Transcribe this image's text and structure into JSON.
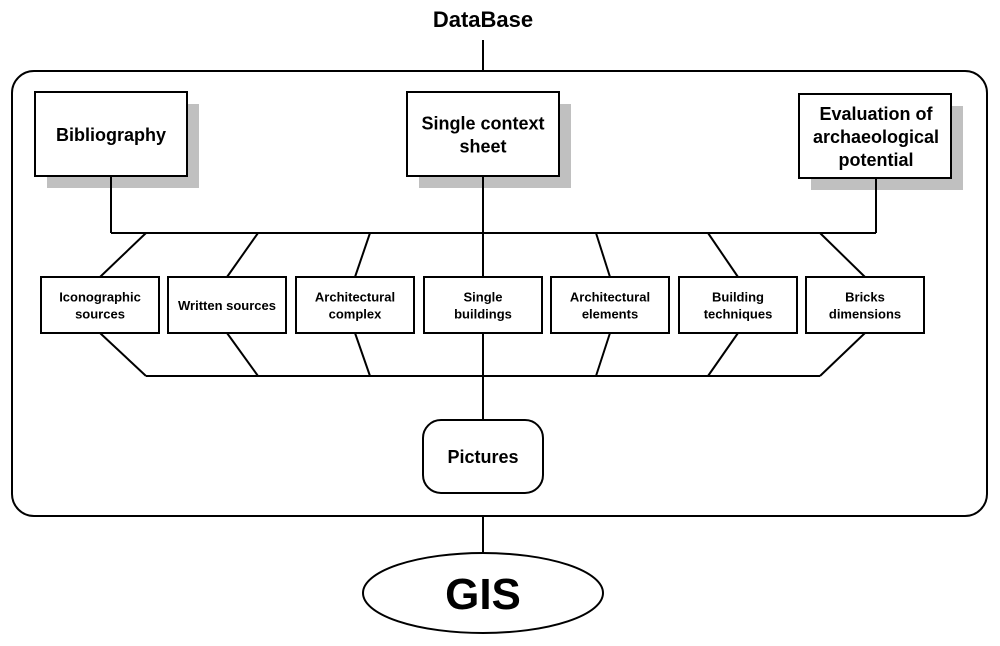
{
  "title": "DataBase",
  "shadow_color": "#c0c0c0",
  "top_boxes": [
    {
      "lines": [
        "Bibliography"
      ]
    },
    {
      "lines": [
        "Single context",
        "sheet"
      ]
    },
    {
      "lines": [
        "Evaluation of",
        "archaeological",
        "potential"
      ]
    }
  ],
  "modules": [
    {
      "lines": [
        "Iconographic",
        "sources"
      ]
    },
    {
      "lines": [
        "Written sources"
      ]
    },
    {
      "lines": [
        "Architectural",
        "complex"
      ]
    },
    {
      "lines": [
        "Single",
        "buildings"
      ]
    },
    {
      "lines": [
        "Architectural",
        "elements"
      ]
    },
    {
      "lines": [
        "Building",
        "techniques"
      ]
    },
    {
      "lines": [
        "Bricks",
        "dimensions"
      ]
    }
  ],
  "pictures": "Pictures",
  "gis": "GIS"
}
